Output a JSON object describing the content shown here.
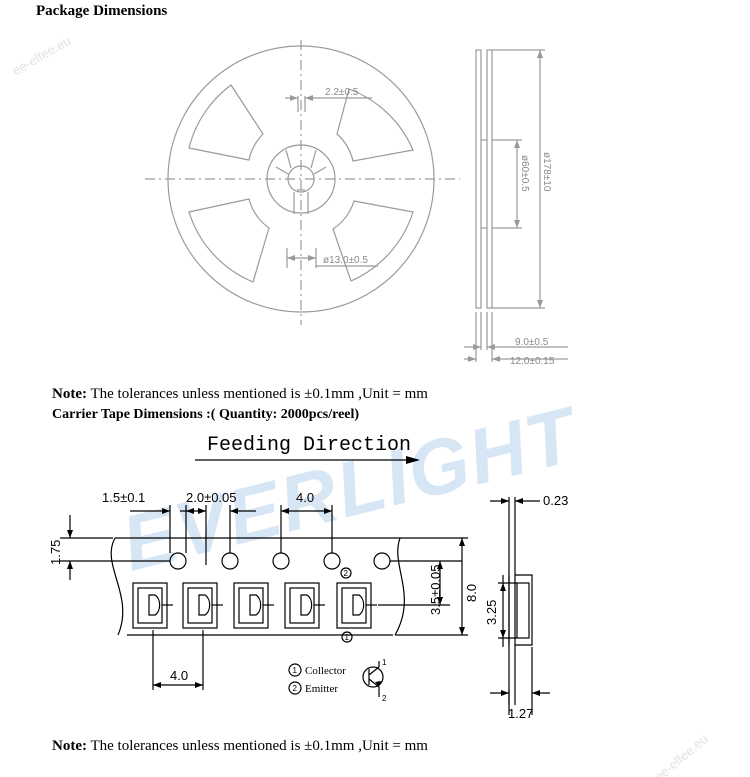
{
  "page": {
    "title": "Package Dimensions",
    "reel_note": {
      "label": "Note:",
      "text": " The tolerances unless mentioned is  ±0.1mm ,Unit = mm"
    },
    "carrier_title": "Carrier Tape Dimensions :( Quantity: 2000pcs/reel)",
    "tape_note": {
      "label": "Note:",
      "text": " The tolerances unless mentioned is  ±0.1mm ,Unit = mm"
    }
  },
  "reel": {
    "dims": {
      "slot": "2.2±0.5",
      "hub_dia": "ø13.0±0.5",
      "inner_dia": "ø60±0.5",
      "outer_dia": "ø178±10",
      "width_inner": "9.0±0.5",
      "width_outer": "12.0±0.15"
    }
  },
  "tape": {
    "feeding_direction": "Feeding Direction",
    "dims": {
      "hole_dia": "1.5±0.1",
      "hole_offset": "2.0±0.05",
      "hole_pitch": "4.0",
      "edge": "1.75",
      "center": "3.5±0.05",
      "width": "8.0",
      "pocket_pitch": "4.0",
      "thickness": "0.23",
      "pocket_depth": "3.25",
      "cover_width": "1.27"
    },
    "legend": [
      {
        "num": "1",
        "label": "Collector"
      },
      {
        "num": "2",
        "label": "Emitter"
      }
    ]
  },
  "watermarks": [
    "EVERLIGHT",
    "ee-elfee.eu"
  ],
  "colors": {
    "drawing_gray": "#9a9a9a",
    "ink": "#000000",
    "watermark": "#cfe0f2"
  }
}
